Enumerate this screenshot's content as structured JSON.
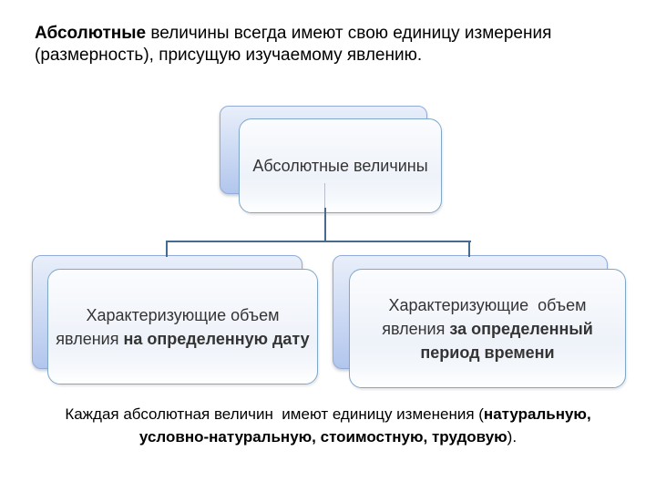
{
  "theme": {
    "bg": "#ffffff",
    "connector": "#476b8c",
    "back-fill-top": "#e9effa",
    "back-fill-bottom": "#b2c6ed",
    "back-border": "#92abd8",
    "front-border": "#7fa7c7",
    "text": "#343434"
  },
  "intro": {
    "segments": [
      {
        "text": "Абсолютные",
        "bold": true
      },
      {
        "text": " величины всегда имеют свою единицу измерения"
      },
      {
        "br": true
      },
      {
        "text": "(размерность), присущую изучаемому явлению."
      }
    ]
  },
  "diagram": {
    "root_label": "Абсолютные величины",
    "children": [
      {
        "segments": [
          {
            "text": "Характеризующие объем"
          },
          {
            "br": true
          },
          {
            "text": "явления "
          },
          {
            "text": "на определенную дату",
            "bold": true
          }
        ]
      },
      {
        "segments": [
          {
            "text": "Характеризующие  объем"
          },
          {
            "br": true
          },
          {
            "text": "явления "
          },
          {
            "text": "за определенный",
            "bold": true
          },
          {
            "br": true
          },
          {
            "text": "период времени",
            "bold": true
          }
        ]
      }
    ]
  },
  "footer": {
    "segments": [
      {
        "text": "Каждая абсолютная величин  имеют единицу изменения ("
      },
      {
        "text": "натуральную,",
        "bold": true
      },
      {
        "br": true
      },
      {
        "text": "условно-натуральную, стоимостную, трудовую",
        "bold": true
      },
      {
        "text": ")."
      }
    ]
  }
}
